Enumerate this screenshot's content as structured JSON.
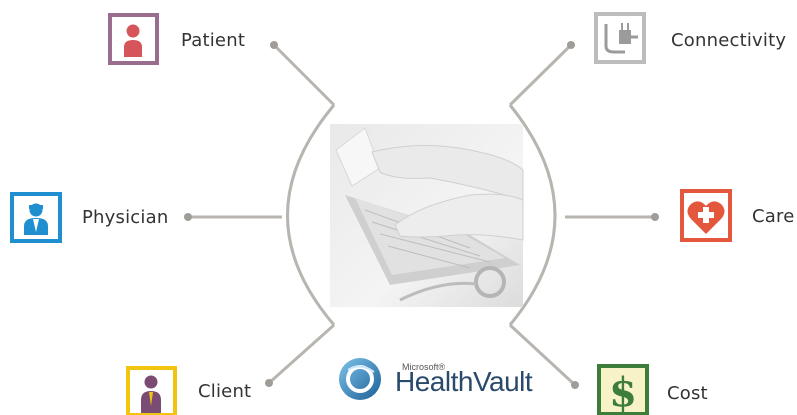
{
  "nodes": {
    "patient": {
      "label": "Patient",
      "icon": "patient-icon",
      "color": "#9a6d8f"
    },
    "physician": {
      "label": "Physician",
      "icon": "physician-icon",
      "color": "#1f8fd0"
    },
    "client": {
      "label": "Client",
      "icon": "client-icon",
      "color": "#f1c40f"
    },
    "connectivity": {
      "label": "Connectivity",
      "icon": "plug-icon",
      "color": "#bcbcbc"
    },
    "care": {
      "label": "Care",
      "icon": "heart-cross-icon",
      "color": "#e4573d"
    },
    "cost": {
      "label": "Cost",
      "icon": "dollar-icon",
      "color": "#3c7d3a"
    }
  },
  "center": {
    "image": "laptop-typing-photo"
  },
  "brand": {
    "small": "Microsoft®",
    "name": "HealthVault",
    "icon": "healthvault-logo-icon"
  },
  "colors": {
    "connector": "#b8b4b0",
    "dot": "#a09c98"
  }
}
